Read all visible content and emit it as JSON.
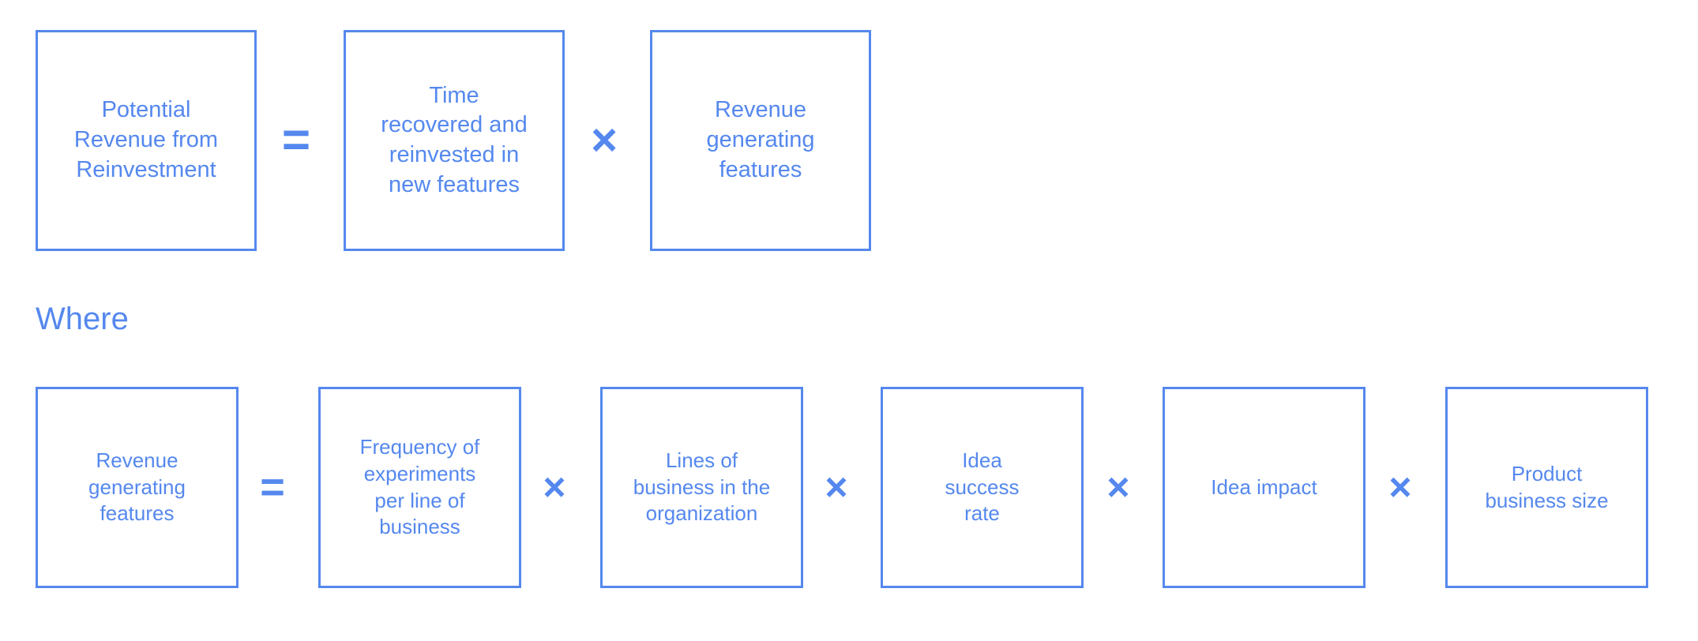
{
  "colors": {
    "accent": "#5588ee",
    "background": "#ffffff",
    "box_border": "#5588ee",
    "text": "#5588ee"
  },
  "diagram": {
    "type": "formula-boxes",
    "title_note": "Potential Revenue from Reinvestment formula breakdown",
    "connector_label": "Where",
    "equation_top": {
      "result": "Potential\nRevenue from\nReinvestment",
      "operator_equals": "=",
      "factors": [
        "Time\nrecovered and\nreinvested in\nnew features",
        "Revenue\ngenerating\nfeatures"
      ],
      "operator_times": "×"
    },
    "equation_bottom": {
      "result": "Revenue\ngenerating\nfeatures",
      "operator_equals": "=",
      "factors": [
        "Frequency of\nexperiments\nper line of\nbusiness",
        "Lines of\nbusiness in the\norganization",
        "Idea\nsuccess\nrate",
        "Idea impact",
        "Product\nbusiness size"
      ],
      "operator_times": "×"
    }
  }
}
